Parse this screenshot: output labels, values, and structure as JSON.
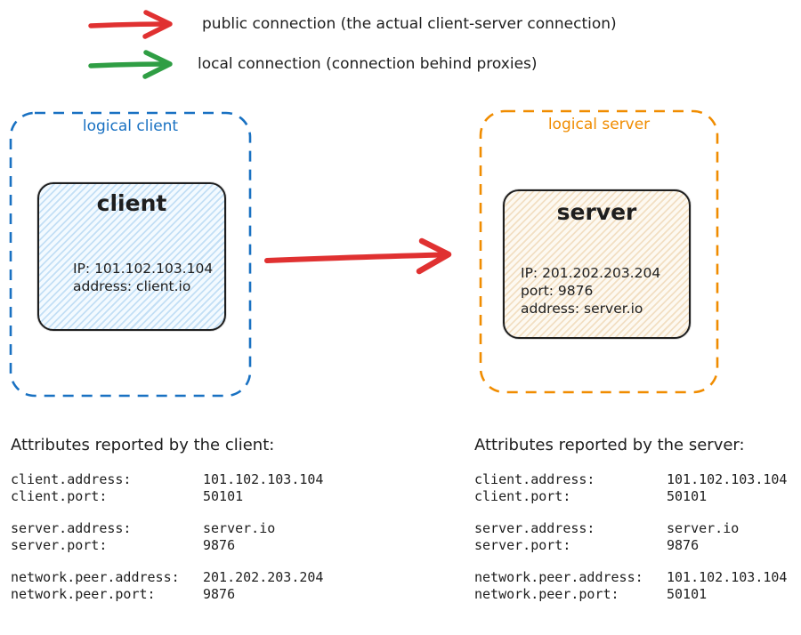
{
  "legend": {
    "items": [
      {
        "icon": "red-arrow-icon",
        "color": "#e03131",
        "label": "public connection (the actual client-server connection)"
      },
      {
        "icon": "green-arrow-icon",
        "color": "#2f9e44",
        "label": "local connection (connection behind proxies)"
      }
    ]
  },
  "diagram": {
    "client_group": {
      "title": "logical client",
      "node": {
        "title": "client",
        "lines": [
          "IP: 101.102.103.104",
          "address: client.io"
        ]
      }
    },
    "server_group": {
      "title": "logical server",
      "node": {
        "title": "server",
        "lines": [
          "IP: 201.202.203.204",
          "port: 9876",
          "address: server.io"
        ]
      }
    },
    "connection": {
      "type": "public",
      "direction": "client-to-server",
      "color": "#e03131"
    }
  },
  "attributes": {
    "client": {
      "heading": "Attributes reported by the client:",
      "groups": [
        [
          {
            "key": "client.address:",
            "value": "101.102.103.104"
          },
          {
            "key": "client.port:",
            "value": "50101"
          }
        ],
        [
          {
            "key": "server.address:",
            "value": "server.io"
          },
          {
            "key": "server.port:",
            "value": "9876"
          }
        ],
        [
          {
            "key": "network.peer.address:",
            "value": "201.202.203.204"
          },
          {
            "key": "network.peer.port:",
            "value": "9876"
          }
        ]
      ]
    },
    "server": {
      "heading": "Attributes reported by the server:",
      "groups": [
        [
          {
            "key": "client.address:",
            "value": "101.102.103.104"
          },
          {
            "key": "client.port:",
            "value": "50101"
          }
        ],
        [
          {
            "key": "server.address:",
            "value": "server.io"
          },
          {
            "key": "server.port:",
            "value": "9876"
          }
        ],
        [
          {
            "key": "network.peer.address:",
            "value": "101.102.103.104"
          },
          {
            "key": "network.peer.port:",
            "value": "50101"
          }
        ]
      ]
    }
  },
  "colors": {
    "accent_blue": "#1971c2",
    "accent_orange": "#f08c00",
    "arrow_red": "#e03131",
    "arrow_green": "#2f9e44",
    "ink": "#1e1e1e",
    "client_fill": "#c3dff5",
    "server_fill": "#f2dfc3"
  }
}
